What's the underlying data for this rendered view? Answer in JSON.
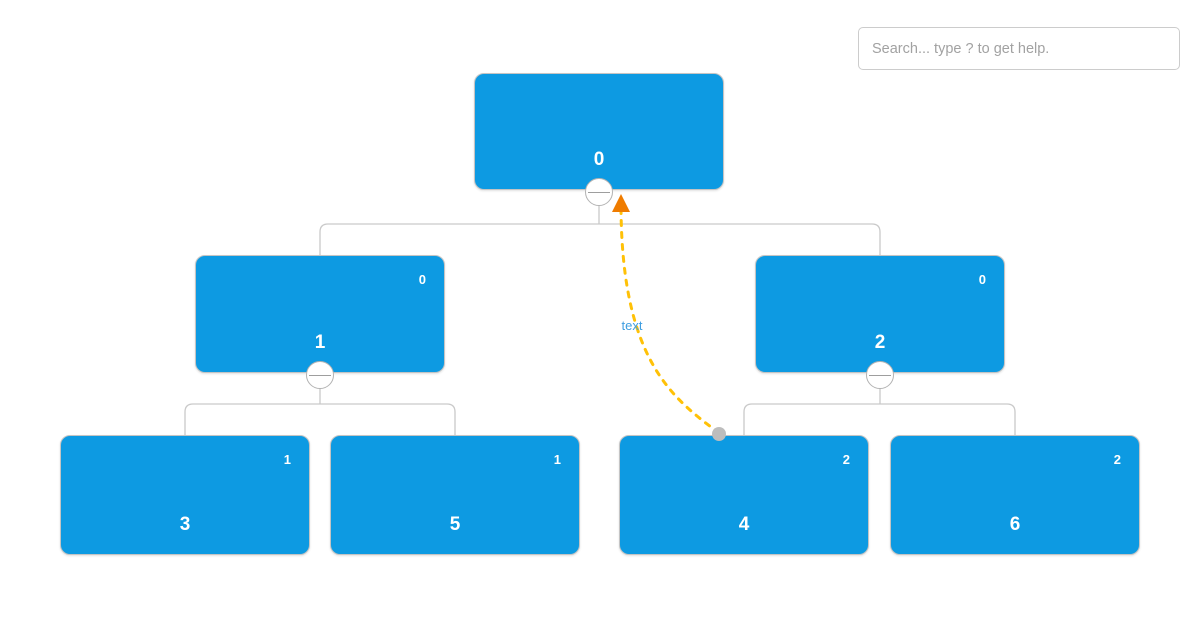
{
  "search": {
    "placeholder": "Search... type ? to get help."
  },
  "colors": {
    "node_fill": "#0D9AE2",
    "node_text": "#FFFFFF",
    "connector": "#C9C9C9",
    "clink": "#FFC107",
    "clink_arrow": "#EF7C00",
    "clink_label": "#3F9EE0",
    "clink_dot": "#BDBDBD"
  },
  "clink": {
    "from": "4",
    "to": "0",
    "label": "text"
  },
  "nodes": [
    {
      "id": "0",
      "label": "0",
      "badge": "",
      "parent": null,
      "has_collapse_button": true
    },
    {
      "id": "1",
      "label": "1",
      "badge": "0",
      "parent": "0",
      "has_collapse_button": true
    },
    {
      "id": "2",
      "label": "2",
      "badge": "0",
      "parent": "0",
      "has_collapse_button": true
    },
    {
      "id": "3",
      "label": "3",
      "badge": "1",
      "parent": "1",
      "has_collapse_button": false
    },
    {
      "id": "4",
      "label": "4",
      "badge": "2",
      "parent": "2",
      "has_collapse_button": false
    },
    {
      "id": "5",
      "label": "5",
      "badge": "1",
      "parent": "1",
      "has_collapse_button": false
    },
    {
      "id": "6",
      "label": "6",
      "badge": "2",
      "parent": "2",
      "has_collapse_button": false
    }
  ]
}
